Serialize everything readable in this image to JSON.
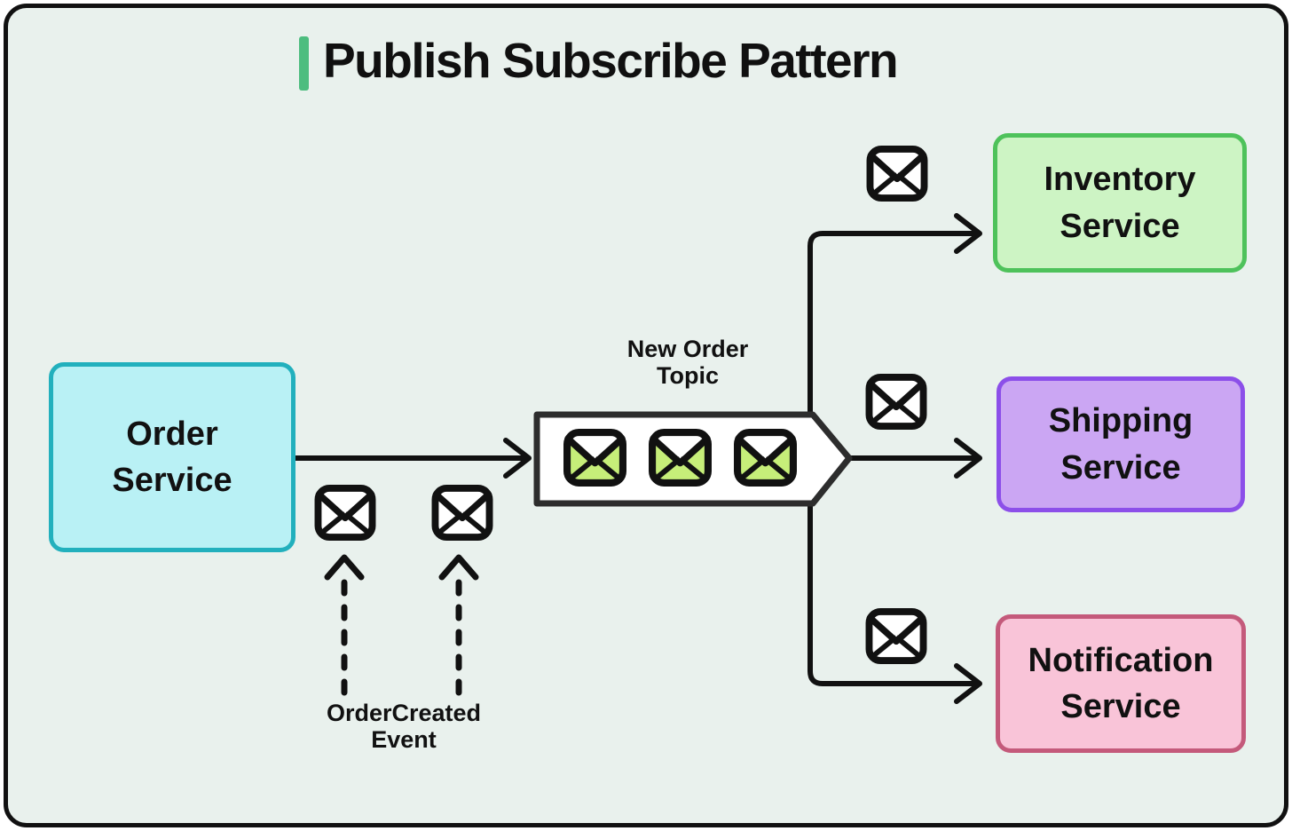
{
  "title": {
    "text": "Publish Subscribe Pattern"
  },
  "nodes": {
    "order": {
      "label": "Order\nService",
      "fill": "#b9f1f5",
      "border": "#22b0bd"
    },
    "inventory": {
      "label": "Inventory\nService",
      "fill": "#cdf4c4",
      "border": "#4ec25b"
    },
    "shipping": {
      "label": "Shipping\nService",
      "fill": "#cba6f3",
      "border": "#8c4fe9"
    },
    "notification": {
      "label": "Notification\nService",
      "fill": "#f9c4d8",
      "border": "#c45a7b"
    }
  },
  "annotations": {
    "topic_label": "New Order\nTopic",
    "event_label": "OrderCreated\nEvent"
  },
  "topic": {
    "message_count": 3,
    "fill": "#ffffff",
    "border": "#2d2d2d"
  },
  "icons": {
    "published_message": "envelope-icon",
    "queued_message": "green-envelope-icon"
  },
  "colors": {
    "canvas_background": "#e9f1ed",
    "frame_border": "#111111",
    "accent_green": "#4dbd7f",
    "connector": "#111111",
    "envelope_body_green": "#c6ee79"
  }
}
